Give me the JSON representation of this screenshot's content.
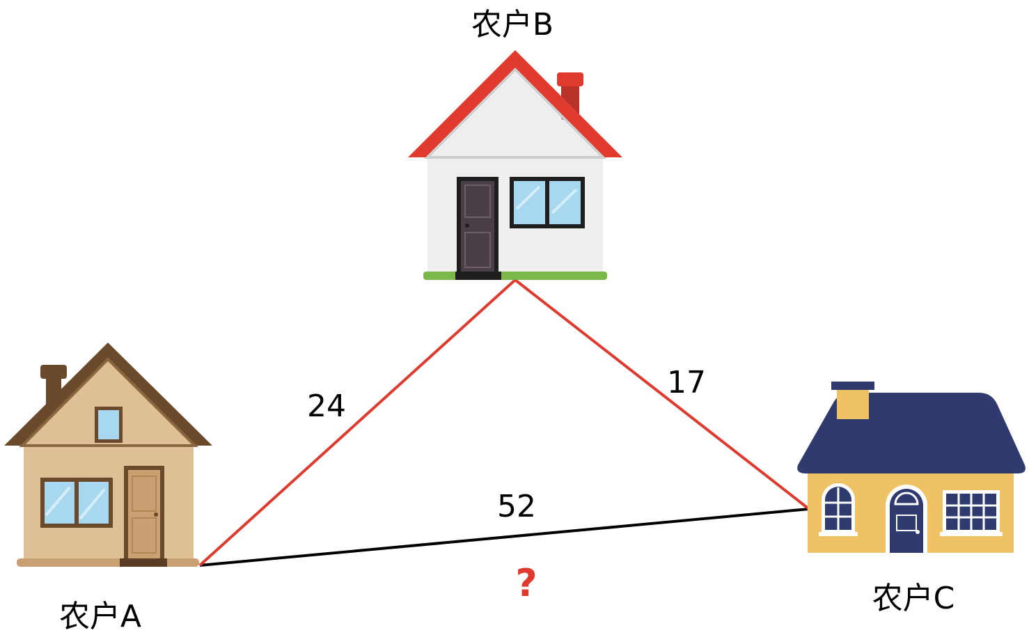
{
  "farmers": {
    "a": {
      "label": "农户A"
    },
    "b": {
      "label": "农户B"
    },
    "c": {
      "label": "农户C"
    }
  },
  "distances": {
    "a_b": "24",
    "b_c": "17",
    "a_c": "52",
    "unknown_mark": "?"
  },
  "colors": {
    "known_route": "#e03a2e",
    "direct_route": "#000000",
    "question_mark": "#e03a2e",
    "house_a_wall": "#dfc096",
    "house_a_roof": "#6b4a2b",
    "house_b_wall": "#eeeeee",
    "house_b_roof": "#e03a2e",
    "house_c_wall": "#f0c266",
    "house_c_roof": "#2f3a6e",
    "grass": "#7bb84a"
  },
  "icons": {
    "house_a": "brown-house-icon",
    "house_b": "white-house-icon",
    "house_c": "yellow-house-icon"
  }
}
